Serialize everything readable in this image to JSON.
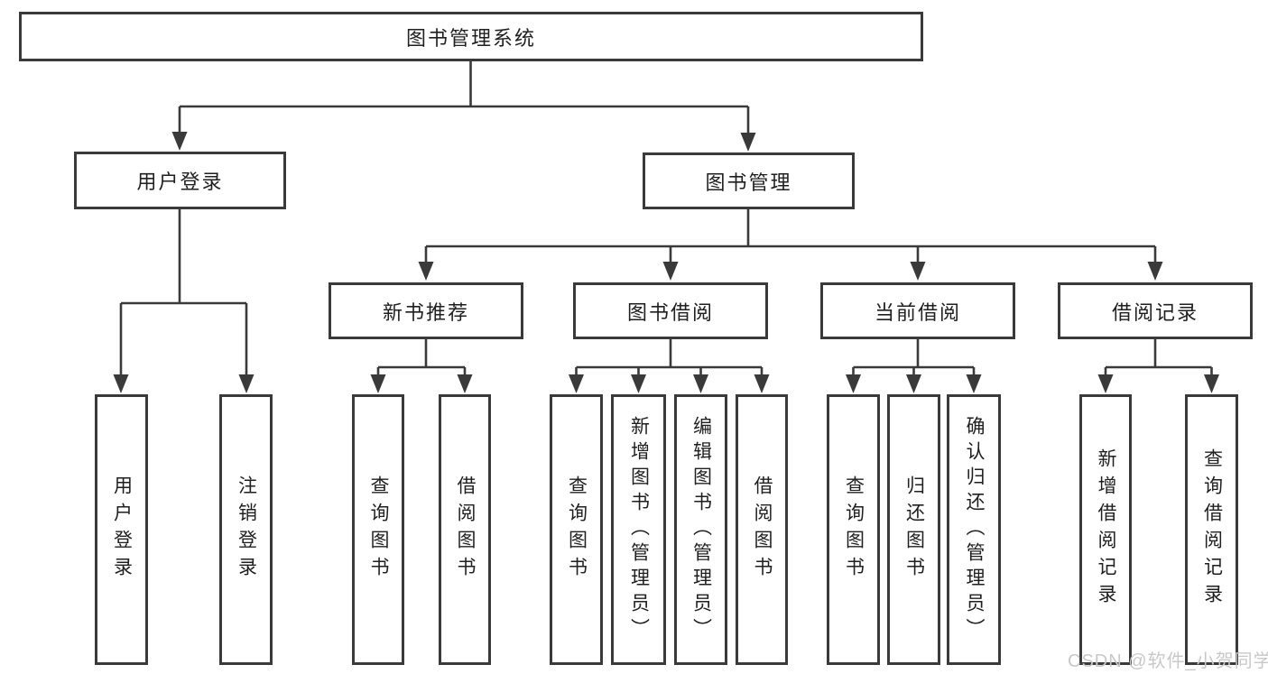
{
  "diagram": {
    "root": {
      "label": "图书管理系统"
    },
    "level2": {
      "user_login": {
        "label": "用户登录"
      },
      "book_management": {
        "label": "图书管理"
      }
    },
    "level3": {
      "new_book_recommend": {
        "label": "新书推荐"
      },
      "book_borrow": {
        "label": "图书借阅"
      },
      "current_borrow": {
        "label": "当前借阅"
      },
      "borrow_records": {
        "label": "借阅记录"
      }
    },
    "leaves": {
      "user_login_leaf": {
        "label": "用户登录"
      },
      "logout": {
        "label": "注销登录"
      },
      "query_book_1": {
        "label": "查询图书"
      },
      "borrow_book_1": {
        "label": "借阅图书"
      },
      "query_book_2": {
        "label": "查询图书"
      },
      "add_book_admin": {
        "label": "新增图书（管理员）"
      },
      "edit_book_admin": {
        "label": "编辑图书（管理员）"
      },
      "borrow_book_2": {
        "label": "借阅图书"
      },
      "query_book_3": {
        "label": "查询图书"
      },
      "return_book": {
        "label": "归还图书"
      },
      "confirm_return_admin": {
        "label": "确认归还（管理员）"
      },
      "add_borrow_record": {
        "label": "新增借阅记录"
      },
      "query_borrow_record": {
        "label": "查询借阅记录"
      }
    }
  },
  "watermark": {
    "text": "CSDN @软件_小贺同学"
  },
  "colors": {
    "line": "#3a3a3a",
    "text": "#1f1f1f",
    "watermark": "#c8c8c8",
    "background": "#ffffff"
  }
}
